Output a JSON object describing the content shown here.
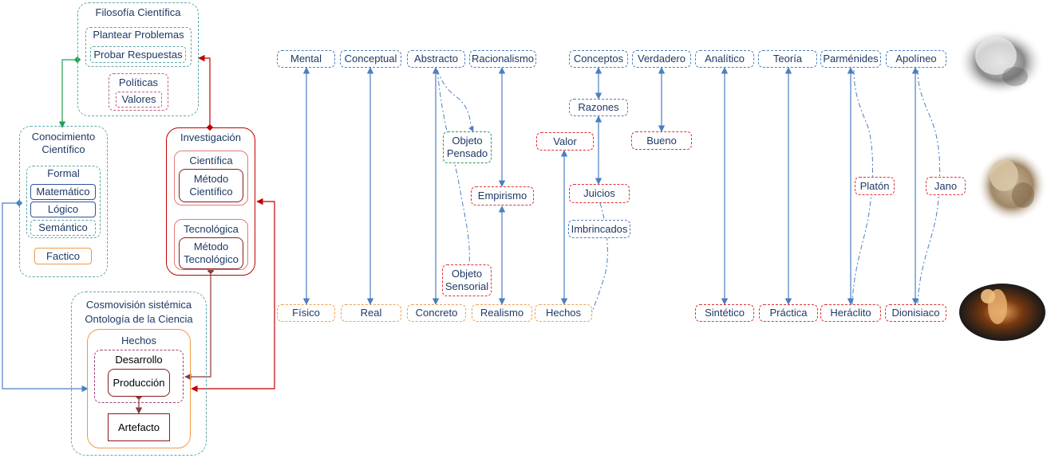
{
  "left": {
    "filosofia": {
      "title": "Filosofía Científica",
      "plantear": "Plantear Problemas",
      "probar": "Probar Respuestas",
      "politicas": "Políticas",
      "valores": "Valores"
    },
    "conocimiento": {
      "title": "Conocimiento Científico",
      "formal": "Formal",
      "matematico": "Matemático",
      "logico": "Lógico",
      "semantico": "Semántico",
      "factico": "Factico"
    },
    "investigacion": {
      "title": "Investigación",
      "cientifica": "Científica",
      "metodo_cientifico": "Método Científico",
      "tecnologica": "Tecnológica",
      "metodo_tecnologico": "Método Tecnológico"
    },
    "cosmovision": {
      "title1": "Cosmovisión sistémica",
      "title2": "Ontología de la Ciencia",
      "hechos": "Hechos",
      "desarrollo": "Desarrollo",
      "produccion": "Producción",
      "artefacto": "Artefacto"
    }
  },
  "top_row": [
    "Mental",
    "Conceptual",
    "Abstracto",
    "Racionalismo",
    "Conceptos",
    "Verdadero",
    "Analítico",
    "Teoría",
    "Parménides",
    "Apolíneo"
  ],
  "bottom_row": [
    "Físico",
    "Real",
    "Concreto",
    "Realismo",
    "Hechos",
    "Sintético",
    "Práctica",
    "Heráclito",
    "Dionisiaco"
  ],
  "middle": {
    "objeto_pensado": "Objeto Pensado",
    "objeto_sensorial": "Objeto Sensorial",
    "empirismo": "Empirismo",
    "valor": "Valor",
    "razones": "Razones",
    "juicios": "Juicios",
    "imbrincados": "Imbrincados",
    "bueno": "Bueno",
    "platon": "Platón",
    "jano": "Jano"
  },
  "images": [
    "statue-head-image",
    "statue-two-faces-image",
    "statue-dancer-image"
  ]
}
